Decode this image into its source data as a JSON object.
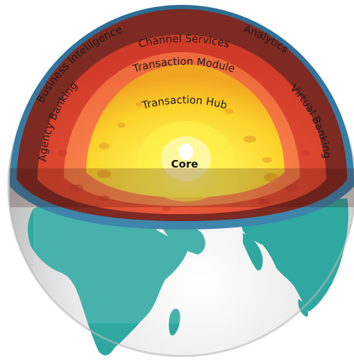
{
  "layers": {
    "core": "Core",
    "transaction_hub": "Transaction Hub",
    "transaction_module": "Transaction Module",
    "channel_services": "Channel Services",
    "agency_banking": "Agency Banking",
    "business_intelligence": "Business Intelligence",
    "analytics": "Analytics",
    "virtual_banking": "Virtual Banking"
  },
  "colors": {
    "outer_ring": "#2f6f96",
    "outer_layer": "#7c2a22",
    "red_layer": "#d9402c",
    "orange_layer": "#f2703f",
    "yellow_layer": "#fcca2a",
    "inner_glow": "#fff04a",
    "continents": "#2ea8a0",
    "sphere": "#e9e9e9"
  }
}
